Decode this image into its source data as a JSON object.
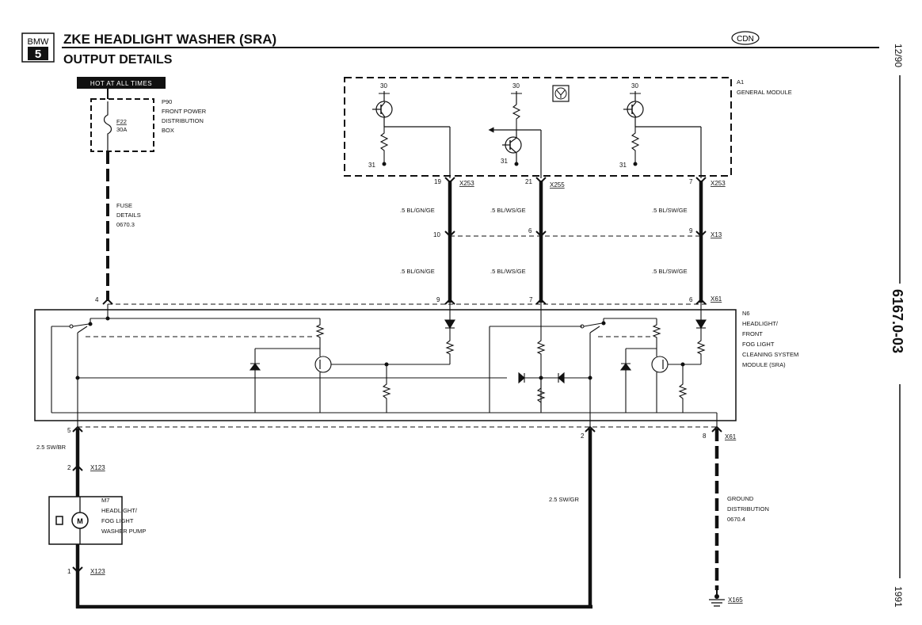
{
  "header": {
    "brand_top": "BMW",
    "brand_series": "5",
    "title": "ZKE HEADLIGHT WASHER (SRA)",
    "subtitle": "OUTPUT DETAILS",
    "badge": "CDN"
  },
  "side_strip": {
    "date": "12/90",
    "page_code": "6167.0-03",
    "year": "1991"
  },
  "power": {
    "hot_label": "HOT AT ALL TIMES",
    "fuse_name": "F22",
    "fuse_rating": "30A",
    "box_line1": "P90",
    "box_line2": "FRONT POWER",
    "box_line3": "DISTRIBUTION",
    "box_line4": "BOX",
    "fuse_details_1": "FUSE",
    "fuse_details_2": "DETAILS",
    "fuse_details_3": "0670.3"
  },
  "module_a1": {
    "name": "A1",
    "label": "GENERAL MODULE",
    "v30": "30",
    "v31": "31"
  },
  "wires": {
    "w1": ".5 BL/GN/GE",
    "w2": ".5 BL/WS/GE",
    "w3": ".5 BL/SW/GE",
    "pump_supply": "2.5 SW/BR",
    "pump_return": "2.5 SW/GR"
  },
  "pins": {
    "p19": "19",
    "p21": "21",
    "p7": "7",
    "p10": "10",
    "p6": "6",
    "p9": "9",
    "p9b": "9",
    "p7b": "7",
    "p6b": "6",
    "p4": "4",
    "p5": "5",
    "p2b": "2",
    "p8": "8",
    "p2": "2",
    "p1": "1"
  },
  "connectors": {
    "x253": "X253",
    "x255": "X255",
    "x253b": "X253",
    "x13": "X13",
    "x61": "X61",
    "x61b": "X61",
    "x123a": "X123",
    "x123b": "X123",
    "x165": "X165"
  },
  "module_n6": {
    "l1": "N6",
    "l2": "HEADLIGHT/",
    "l3": "FRONT",
    "l4": "FOG LIGHT",
    "l5": "CLEANING SYSTEM",
    "l6": "MODULE (SRA)"
  },
  "pump": {
    "l1": "M7",
    "l2": "HEADLIGHT/",
    "l3": "FOG LIGHT",
    "l4": "WASHER PUMP",
    "motor": "M"
  },
  "ground": {
    "l1": "GROUND",
    "l2": "DISTRIBUTION",
    "l3": "0670.4"
  }
}
